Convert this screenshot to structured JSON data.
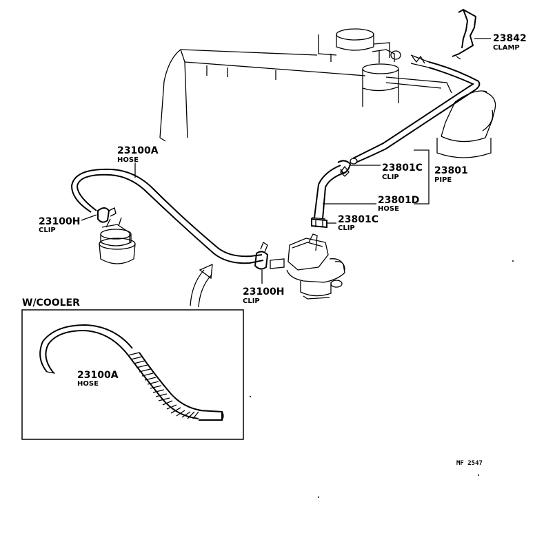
{
  "parts": {
    "clamp_23842": {
      "number": "23842",
      "name": "CLAMP"
    },
    "clip_23801c_upper": {
      "number": "23801C",
      "name": "CLIP"
    },
    "pipe_23801": {
      "number": "23801",
      "name": "PIPE"
    },
    "hose_23801d": {
      "number": "23801D",
      "name": "HOSE"
    },
    "clip_23801c_lower": {
      "number": "23801C",
      "name": "CLIP"
    },
    "hose_23100a": {
      "number": "23100A",
      "name": "HOSE"
    },
    "clip_23100h_left": {
      "number": "23100H",
      "name": "CLIP"
    },
    "clip_23100h_center": {
      "number": "23100H",
      "name": "CLIP"
    }
  },
  "inset": {
    "title": "W/COOLER",
    "hose": {
      "number": "23100A",
      "name": "HOSE"
    }
  },
  "figure_ref": "MF 2547"
}
